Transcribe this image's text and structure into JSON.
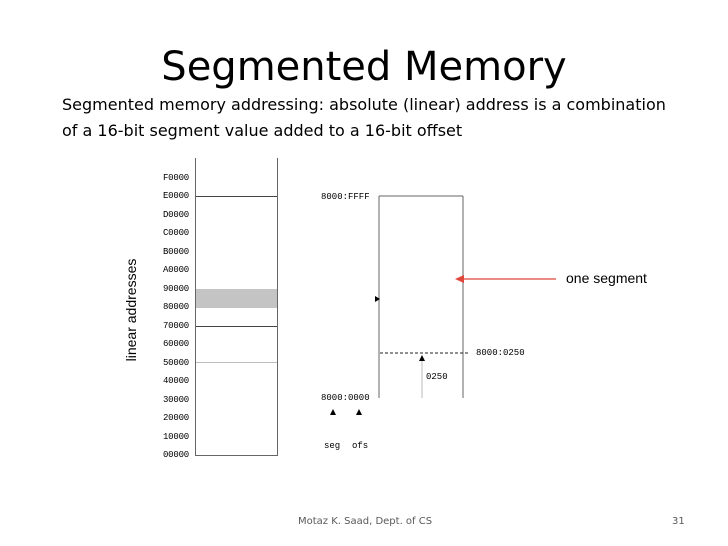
{
  "title": "Segmented Memory",
  "subtitle": "Segmented memory addressing: absolute (linear) address is a combination of a 16-bit segment value added to a 16-bit offset",
  "y_axis_label": "linear addresses",
  "addresses": [
    "F0000",
    "E0000",
    "D0000",
    "C0000",
    "B0000",
    "A0000",
    "90000",
    "80000",
    "70000",
    "60000",
    "50000",
    "40000",
    "30000",
    "20000",
    "10000",
    "00000"
  ],
  "segment": {
    "top_label": "8000:FFFF",
    "bottom_label": "8000:0000",
    "offset_point_label": "8000:0250",
    "offset_value": "0250",
    "seg_label": "seg",
    "ofs_label": "ofs"
  },
  "annotation": "one segment",
  "colors": {
    "arrow": "#e0463b",
    "highlight_band": "#c4c4c4"
  },
  "footer": "Motaz K. Saad, Dept. of CS",
  "page_number": "31"
}
